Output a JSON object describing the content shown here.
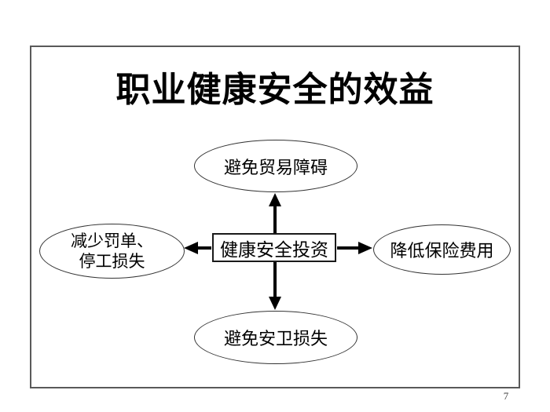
{
  "slide": {
    "title": "职业健康安全的效益",
    "page_number": "7"
  },
  "diagram": {
    "center_box": {
      "label": "健康安全投资"
    },
    "nodes": {
      "top": {
        "label": "避免贸易障碍"
      },
      "left": {
        "line1": "减少罚单、",
        "line2": "停工损失"
      },
      "right": {
        "label": "降低保险费用"
      },
      "bottom": {
        "label": "避免安卫损失"
      }
    }
  },
  "colors": {
    "frame_border": "#595959",
    "text": "#000000",
    "arrow": "#000000",
    "background": "#ffffff"
  }
}
